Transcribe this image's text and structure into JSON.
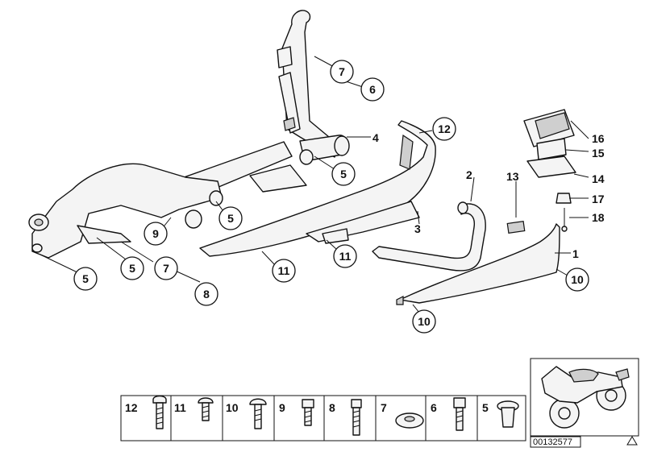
{
  "callouts_circled": [
    "7",
    "6",
    "12",
    "5",
    "5",
    "9",
    "5",
    "7",
    "5",
    "8",
    "11",
    "11",
    "10",
    "10"
  ],
  "labels_plain": [
    "4",
    "2",
    "3",
    "13",
    "16",
    "15",
    "14",
    "17",
    "18",
    "1"
  ],
  "fastener_strip": [
    "12",
    "11",
    "10",
    "9",
    "8",
    "7",
    "6",
    "5"
  ],
  "diagram_code": "00132577"
}
